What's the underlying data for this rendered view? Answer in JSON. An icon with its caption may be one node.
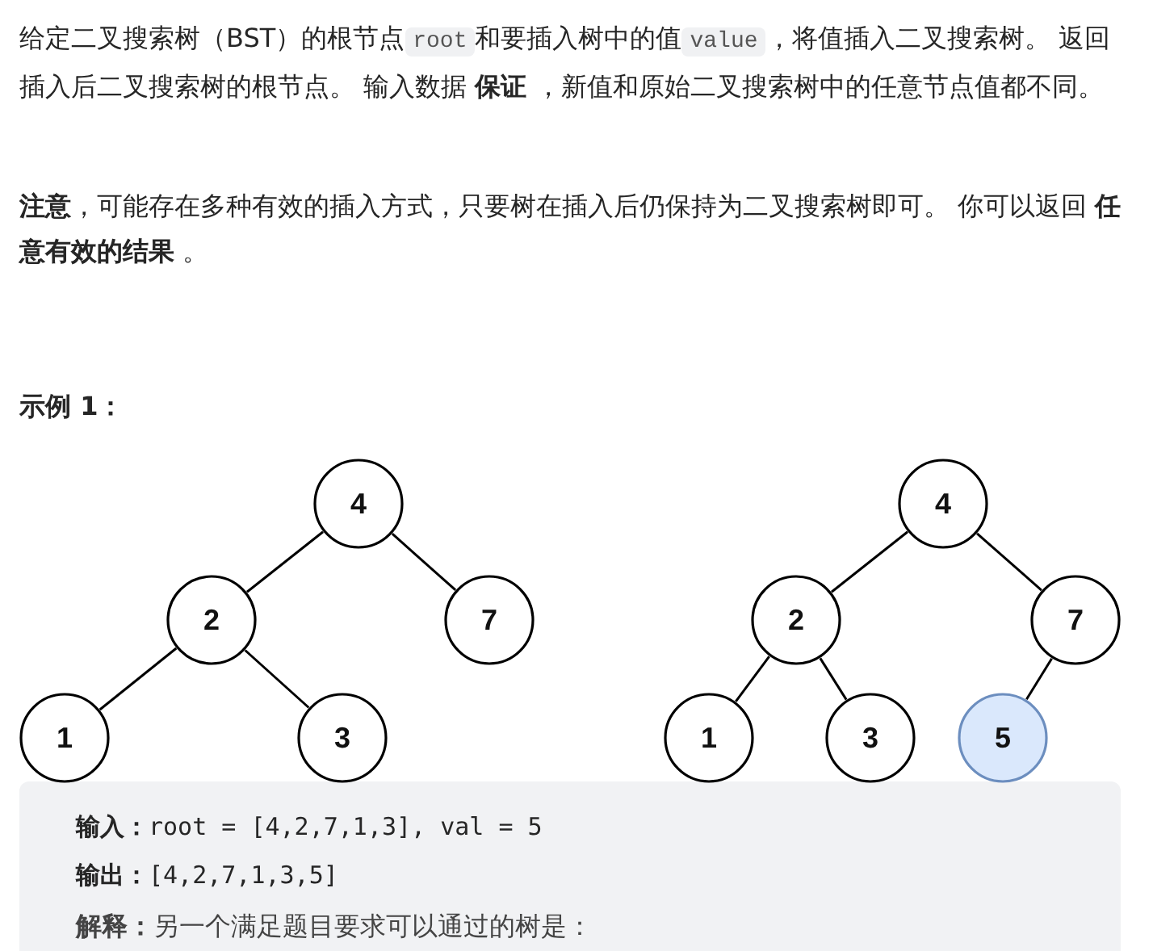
{
  "diagram": {
    "nodes": [
      {
        "text": [
          "4"
        ]
      },
      {
        "text": [
          "2"
        ]
      },
      {
        "text": [
          "7"
        ]
      },
      {
        "text": [
          "1"
        ]
      },
      {
        "text": [
          "3"
        ]
      },
      {
        "text": [
          "4"
        ]
      },
      {
        "text": [
          "2"
        ]
      },
      {
        "text": [
          "7"
        ]
      },
      {
        "text": [
          "1"
        ]
      },
      {
        "text": [
          "3"
        ]
      },
      {
        "text": [
          "5"
        ]
      }
    ],
    "edges": [
      {
        "from": 0,
        "to": 1,
        "arrow": "none"
      },
      {
        "from": 0,
        "to": 2,
        "arrow": "none"
      },
      {
        "from": 1,
        "to": 3,
        "arrow": "none"
      },
      {
        "from": 1,
        "to": 4,
        "arrow": "none"
      },
      {
        "from": 5,
        "to": 6,
        "arrow": "none"
      },
      {
        "from": 5,
        "to": 7,
        "arrow": "none"
      },
      {
        "from": 6,
        "to": 8,
        "arrow": "none"
      },
      {
        "from": 6,
        "to": 9,
        "arrow": "none"
      },
      {
        "from": 7,
        "to": 10,
        "arrow": "none"
      }
    ],
    "labels": [
      "给定二叉搜索树（BST）的根节点",
      "root",
      "和要插入树中的值",
      "value",
      "，将值插入二叉搜索树。 返回插入后二叉搜索树的根节点。 输入数据 **保证** ，新值和原始二叉搜索树中的任意节点值都不同。",
      "**注意**，可能存在多种有效的插入方式，只要树在插入后仍保持为二叉搜索树即可。 你可以返回 **任意有效的结果** 。",
      "示例 1：",
      "**输入：**root = [4,2,7,1,3], val = 5",
      "**输出：**[4,2,7,1,3,5]",
      "**解释：**另一个满足题目要求可以通过的树是："
    ]
  }
}
